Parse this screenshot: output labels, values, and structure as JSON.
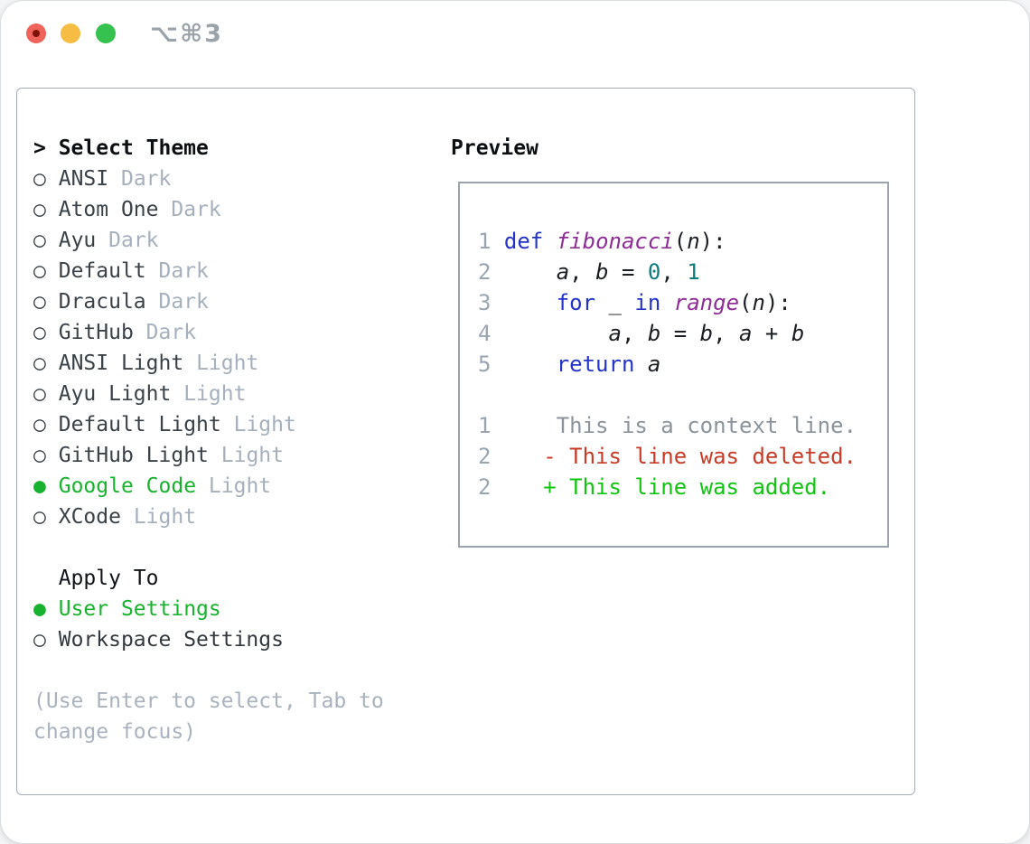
{
  "window": {
    "title": "⌥⌘3",
    "traffic_lights": [
      {
        "name": "close",
        "color": "#f0635a",
        "dot_color": "#7e1206"
      },
      {
        "name": "minimize",
        "color": "#f6bd45"
      },
      {
        "name": "zoom",
        "color": "#36c24e"
      }
    ]
  },
  "theme_panel": {
    "header": {
      "marker": ">",
      "label": "Select Theme"
    },
    "items": [
      {
        "marker": "○",
        "name": "ANSI",
        "variant": "Dark",
        "selected": false
      },
      {
        "marker": "○",
        "name": "Atom One",
        "variant": "Dark",
        "selected": false
      },
      {
        "marker": "○",
        "name": "Ayu",
        "variant": "Dark",
        "selected": false
      },
      {
        "marker": "○",
        "name": "Default",
        "variant": "Dark",
        "selected": false
      },
      {
        "marker": "○",
        "name": "Dracula",
        "variant": "Dark",
        "selected": false
      },
      {
        "marker": "○",
        "name": "GitHub",
        "variant": "Dark",
        "selected": false
      },
      {
        "marker": "○",
        "name": "ANSI Light",
        "variant": "Light",
        "selected": false
      },
      {
        "marker": "○",
        "name": "Ayu Light",
        "variant": "Light",
        "selected": false
      },
      {
        "marker": "○",
        "name": "Default Light",
        "variant": "Light",
        "selected": false
      },
      {
        "marker": "○",
        "name": "GitHub Light",
        "variant": "Light",
        "selected": false
      },
      {
        "marker": "●",
        "name": "Google Code",
        "variant": "Light",
        "selected": true
      },
      {
        "marker": "○",
        "name": "XCode",
        "variant": "Light",
        "selected": false
      }
    ],
    "apply_to": {
      "label": "Apply To",
      "options": [
        {
          "marker": "●",
          "label": "User Settings",
          "selected": true
        },
        {
          "marker": "○",
          "label": "Workspace Settings",
          "selected": false
        }
      ]
    },
    "help_lines": [
      "(Use Enter to select, Tab to",
      "change focus)"
    ]
  },
  "preview": {
    "title": "Preview",
    "lines": [
      {
        "tokens": [
          {
            "s": "ln",
            "t": "1"
          },
          {
            "s": "pl",
            "t": " "
          },
          {
            "s": "kw",
            "t": "def"
          },
          {
            "s": "pl",
            "t": " "
          },
          {
            "s": "fn",
            "t": "fibonacci"
          },
          {
            "s": "pl",
            "t": "("
          },
          {
            "s": "id",
            "t": "n"
          },
          {
            "s": "pl",
            "t": "):"
          }
        ]
      },
      {
        "tokens": [
          {
            "s": "ln",
            "t": "2"
          },
          {
            "s": "pl",
            "t": "     "
          },
          {
            "s": "id",
            "t": "a"
          },
          {
            "s": "pl",
            "t": ", "
          },
          {
            "s": "id",
            "t": "b"
          },
          {
            "s": "pl",
            "t": " = "
          },
          {
            "s": "lit",
            "t": "0"
          },
          {
            "s": "pl",
            "t": ", "
          },
          {
            "s": "lit",
            "t": "1"
          }
        ]
      },
      {
        "tokens": [
          {
            "s": "ln",
            "t": "3"
          },
          {
            "s": "pl",
            "t": "     "
          },
          {
            "s": "kw",
            "t": "for"
          },
          {
            "s": "pl",
            "t": " "
          },
          {
            "s": "id",
            "t": "_"
          },
          {
            "s": "pl",
            "t": " "
          },
          {
            "s": "kw",
            "t": "in"
          },
          {
            "s": "pl",
            "t": " "
          },
          {
            "s": "fn",
            "t": "range"
          },
          {
            "s": "pl",
            "t": "("
          },
          {
            "s": "id",
            "t": "n"
          },
          {
            "s": "pl",
            "t": "):"
          }
        ]
      },
      {
        "tokens": [
          {
            "s": "ln",
            "t": "4"
          },
          {
            "s": "pl",
            "t": "         "
          },
          {
            "s": "id",
            "t": "a"
          },
          {
            "s": "pl",
            "t": ", "
          },
          {
            "s": "id",
            "t": "b"
          },
          {
            "s": "pl",
            "t": " = "
          },
          {
            "s": "id",
            "t": "b"
          },
          {
            "s": "pl",
            "t": ", "
          },
          {
            "s": "id",
            "t": "a"
          },
          {
            "s": "pl",
            "t": " + "
          },
          {
            "s": "id",
            "t": "b"
          }
        ]
      },
      {
        "tokens": [
          {
            "s": "ln",
            "t": "5"
          },
          {
            "s": "pl",
            "t": "     "
          },
          {
            "s": "kw",
            "t": "return"
          },
          {
            "s": "pl",
            "t": " "
          },
          {
            "s": "id",
            "t": "a"
          }
        ]
      },
      {
        "tokens": []
      },
      {
        "tokens": [
          {
            "s": "ln",
            "t": "1"
          },
          {
            "s": "pl",
            "t": "    "
          },
          {
            "s": "ctx",
            "t": " This is a context line."
          }
        ]
      },
      {
        "tokens": [
          {
            "s": "ln",
            "t": "2"
          },
          {
            "s": "pl",
            "t": "    "
          },
          {
            "s": "del",
            "t": "- This line was deleted."
          }
        ]
      },
      {
        "tokens": [
          {
            "s": "ln",
            "t": "2"
          },
          {
            "s": "pl",
            "t": "    "
          },
          {
            "s": "add",
            "t": "+ This line was added."
          }
        ]
      }
    ]
  },
  "colors": {
    "selected_green": "#18b22e",
    "item_text": "#3a4147",
    "variant_muted": "#a6b0bd",
    "help_text": "#a9b2be",
    "panel_border": "#a5adb8",
    "preview_border": "#9aa3ad",
    "line_number": "#9aa5b2",
    "keyword": "#2433c8",
    "function_name": "#8e2d96",
    "literal": "#117c7e",
    "context_line": "#8b939b",
    "deleted_line": "#c63c28",
    "added_line": "#12c312"
  }
}
